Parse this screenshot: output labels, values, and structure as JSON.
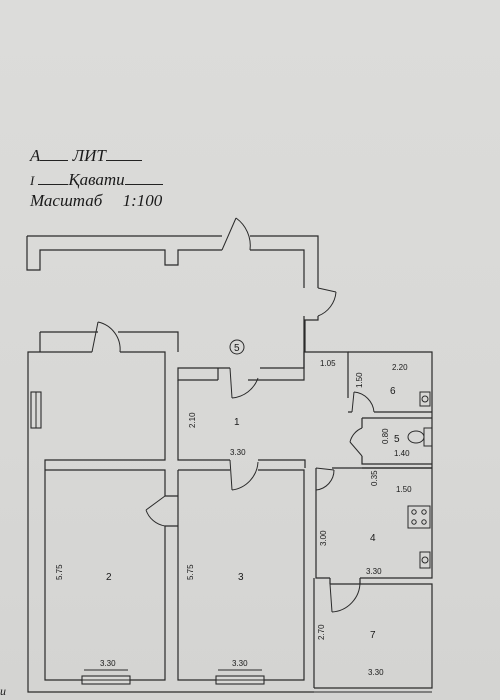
{
  "header": {
    "lit_letter": "А",
    "lit_label": "ЛИТ",
    "floor_number": "I",
    "floor_label": "Қавати",
    "scale_label": "Масштаб",
    "scale_value": "1:100"
  },
  "rooms": [
    {
      "number": "5",
      "width": "",
      "length": ""
    },
    {
      "number": "1",
      "width": "3.30",
      "length": "2.10"
    },
    {
      "number": "6",
      "width": "2.20",
      "length": "1.50"
    },
    {
      "number": "5",
      "width": "1.40",
      "length": "0.80"
    },
    {
      "number": "4",
      "width": "1.50",
      "length": "3.00"
    },
    {
      "number": "2",
      "width": "3.30",
      "length": "5.75"
    },
    {
      "number": "3",
      "width": "3.30",
      "length": "5.75"
    },
    {
      "number": "7",
      "width": "3.30",
      "length": "2.70"
    }
  ],
  "dimensions": {
    "d105": "1.05",
    "d035": "0.35",
    "d330_room4": "3.30"
  },
  "margin_text": "и"
}
